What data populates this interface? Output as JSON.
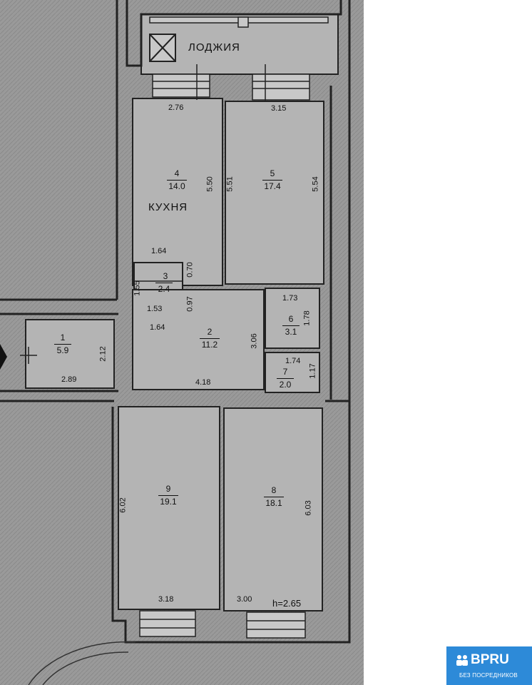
{
  "plan": {
    "loggia_label": "ЛОДЖИЯ",
    "kitchen_label": "КУХНЯ",
    "ceiling_height": "h=2.65",
    "rooms": [
      {
        "num": "1",
        "area": "5.9"
      },
      {
        "num": "2",
        "area": "11.2"
      },
      {
        "num": "3",
        "area": "2.4"
      },
      {
        "num": "4",
        "area": "14.0"
      },
      {
        "num": "5",
        "area": "17.4"
      },
      {
        "num": "6",
        "area": "3.1"
      },
      {
        "num": "7",
        "area": "2.0"
      },
      {
        "num": "8",
        "area": "18.1"
      },
      {
        "num": "9",
        "area": "19.1"
      }
    ],
    "dimensions": {
      "d_276": "2.76",
      "d_315": "3.15",
      "d_550": "5.50",
      "d_551": "5.51",
      "d_554": "5.54",
      "d_164a": "1.64",
      "d_070": "0.70",
      "d_155": "1.55",
      "d_153": "1.53",
      "d_097": "0.97",
      "d_164b": "1.64",
      "d_306": "3.06",
      "d_418": "4.18",
      "d_173": "1.73",
      "d_178": "1.78",
      "d_174": "1.74",
      "d_117": "1.17",
      "d_212": "2.12",
      "d_289": "2.89",
      "d_602": "6.02",
      "d_603": "6.03",
      "d_318": "3.18",
      "d_300": "3.00"
    }
  },
  "logo": {
    "brand": "BPRU",
    "tagline": "БЕЗ ПОСРЕДНИКОВ"
  }
}
